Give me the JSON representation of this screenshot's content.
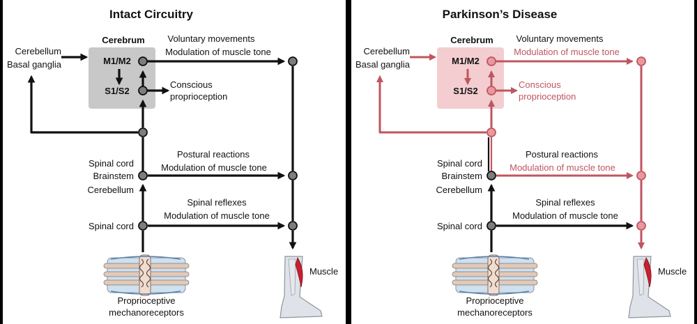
{
  "colors": {
    "black": "#111111",
    "pink": "#c0555f",
    "box_gray": "#c8c8c8",
    "box_pink": "#f3cdd0",
    "node_gray": "#7d7d7d",
    "node_pink": "#e8999f"
  },
  "left": {
    "title": "Intact Circuitry",
    "cerebrum": "Cerebrum",
    "m1m2": "M1/M2",
    "s1s2": "S1/S2",
    "cerebellum_top": "Cerebellum",
    "basal_ganglia": "Basal ganglia",
    "voluntary": "Voluntary movements",
    "mod_top": "Modulation of muscle tone",
    "conscious_1": "Conscious",
    "conscious_2": "proprioception",
    "spinal_cord_top": "Spinal cord",
    "brainstem": "Brainstem",
    "cerebellum_mid": "Cerebellum",
    "postural": "Postural reactions",
    "mod_mid": "Modulation of muscle tone",
    "spinal_reflexes": "Spinal reflexes",
    "mod_bot": "Modulation of muscle tone",
    "spinal_cord_bot": "Spinal cord",
    "muscle": "Muscle",
    "proprio_1": "Proprioceptive",
    "proprio_2": "mechanoreceptors"
  },
  "right": {
    "title": "Parkinson’s Disease",
    "cerebrum": "Cerebrum",
    "m1m2": "M1/M2",
    "s1s2": "S1/S2",
    "cerebellum_top": "Cerebellum",
    "basal_ganglia": "Basal ganglia",
    "voluntary": "Voluntary movements",
    "mod_top": "Modulation of muscle tone",
    "conscious_1": "Conscious",
    "conscious_2": "proprioception",
    "spinal_cord_top": "Spinal cord",
    "brainstem": "Brainstem",
    "cerebellum_mid": "Cerebellum",
    "postural": "Postural reactions",
    "mod_mid": "Modulation of muscle tone",
    "spinal_reflexes": "Spinal reflexes",
    "mod_bot": "Modulation of muscle tone",
    "spinal_cord_bot": "Spinal cord",
    "muscle": "Muscle",
    "proprio_1": "Proprioceptive",
    "proprio_2": "mechanoreceptors"
  }
}
